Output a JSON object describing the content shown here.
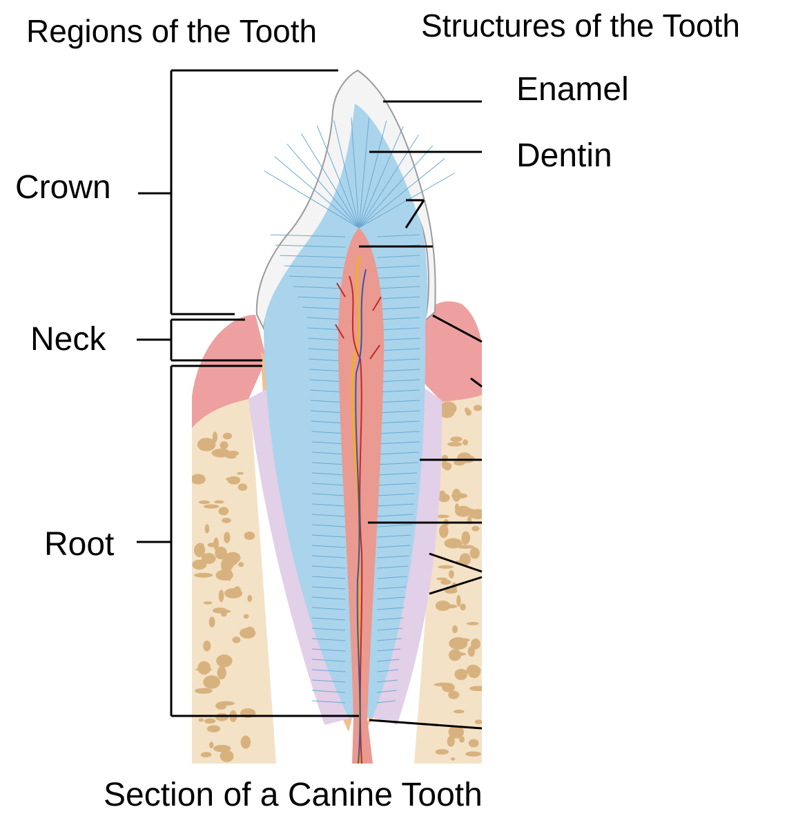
{
  "headings": {
    "regions": "Regions of the Tooth",
    "structures": "Structures of the Tooth"
  },
  "region_labels": {
    "crown": "Crown",
    "neck": "Neck",
    "root": "Root"
  },
  "structure_labels": {
    "enamel": "Enamel",
    "dentin": "Dentin"
  },
  "caption": "Section of a Canine Tooth",
  "colors": {
    "enamel": "#f4f4f4",
    "dentin": "#a9d4ec",
    "pulp": "#ea9a90",
    "gum": "#eea0a0",
    "bone": "#f3e2c6",
    "bone_spot": "#d8b27e",
    "periodontal_ligament": "#e2cfe8",
    "cementum": "#efc08f",
    "vessel_artery": "#c0282a",
    "vessel_vein": "#3557a8",
    "nerve": "#f0b020",
    "line": "#000000"
  }
}
